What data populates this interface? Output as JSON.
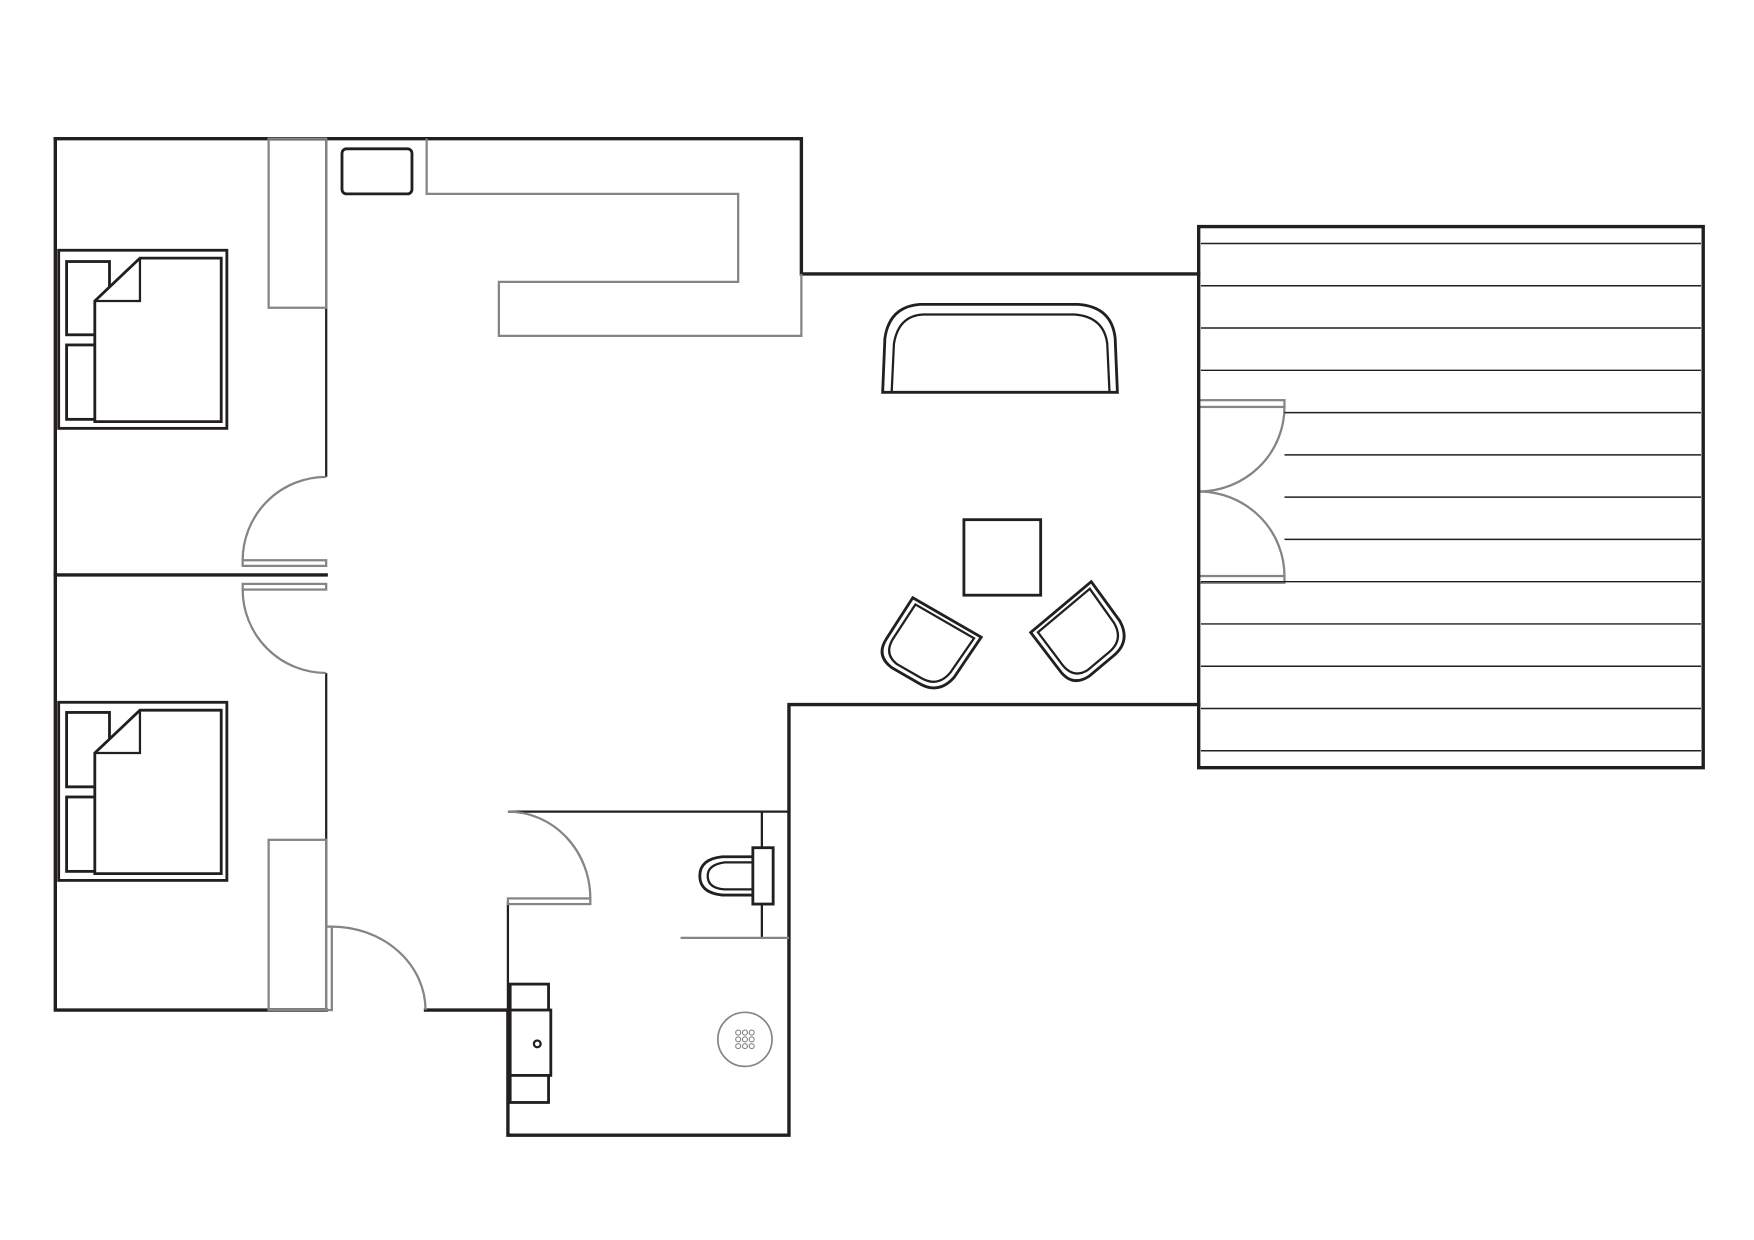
{
  "colors": {
    "wall": "#231f20",
    "gray": "#858585",
    "background": "#ffffff"
  },
  "plan": {
    "bedrooms": 2,
    "bathrooms": 1,
    "deck_boards": 13
  }
}
